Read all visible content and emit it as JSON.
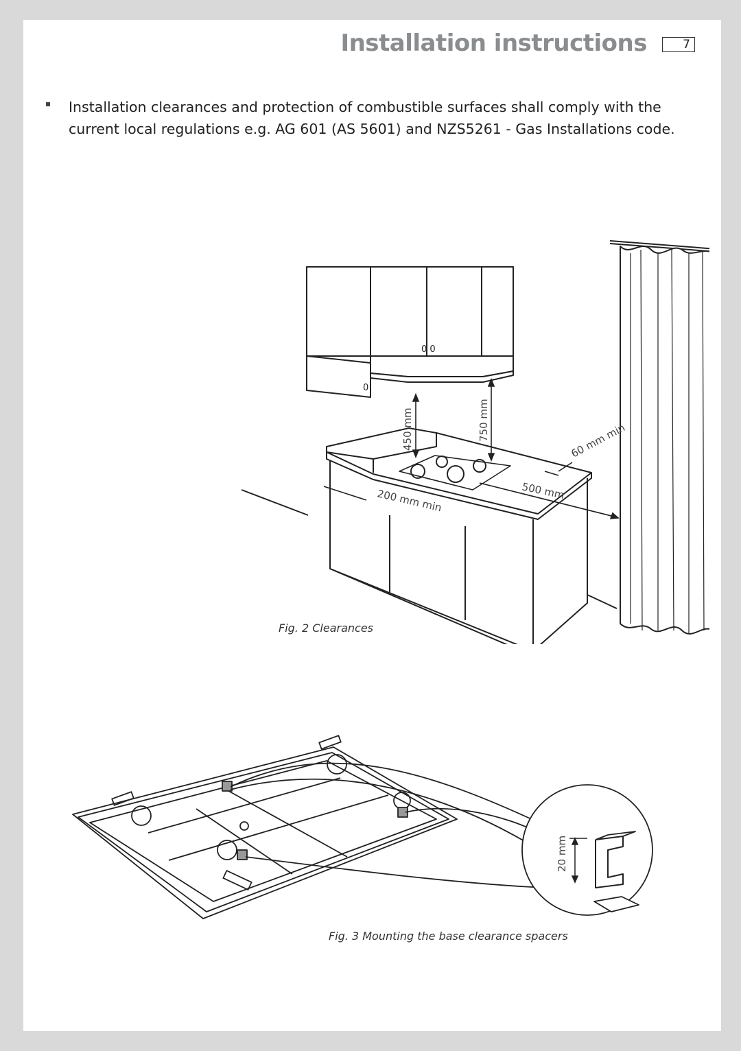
{
  "header": {
    "title": "Installation instructions",
    "page_number": "7"
  },
  "body": {
    "bullet_text": "Installation clearances and protection of combustible surfaces shall comply with the current local regulations e.g. AG 601 (AS 5601) and NZS5261 - Gas Installations code."
  },
  "figure2": {
    "caption": "Fig. 2 Clearances",
    "labels": {
      "d450": "450 mm",
      "d750": "750 mm",
      "d60": "60 mm min",
      "d500": "500 mm",
      "d200": "200 mm min"
    }
  },
  "figure3": {
    "caption": "Fig. 3 Mounting the base clearance spacers",
    "labels": {
      "d20": "20 mm"
    }
  }
}
